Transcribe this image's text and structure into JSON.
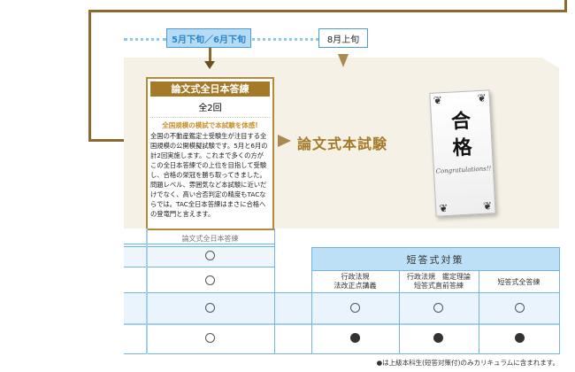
{
  "timeline": {
    "date_1": "5月下旬／6月下旬",
    "date_2": "8月上旬"
  },
  "card": {
    "title": "論文式全日本答練",
    "count": "全2回",
    "subtitle": "全国規模の模試で本試験を体感!",
    "body": "全国の不動産鑑定士受験生が注目する全国規模の公開模擬試験です。5月と6月の計2回実施します。これまで多くの方がこの全日本答練での上位を目指して受験し、合格の栄冠を勝ち取ってきました。問題レベル、雰囲気など本試験に近いだけでなく、高い合否判定の精度もTACならでは。TAC全日本答練はまさに合格への登竜門と言えます。"
  },
  "exam_label": "論文式本試験",
  "certificate": {
    "line1": "合",
    "line2": "格",
    "caption": "Congratulations!!"
  },
  "table": {
    "col_main": "論文式全日本答練",
    "group_header": "短答式対策",
    "sub_headers": [
      [
        "行政法規",
        "法改正点講義"
      ],
      [
        "行政法規　鑑定理論",
        "短答式直前答練"
      ],
      [
        "短答式全答練",
        ""
      ]
    ],
    "main_marks": [
      "○",
      "○",
      "○",
      "○"
    ],
    "row3_marks": [
      "○",
      "○",
      "○"
    ],
    "row4_marks": [
      "●",
      "●",
      "●"
    ],
    "footnote": "●は上級本科生(短答対策付)のみカリキュラムに含まれます。"
  }
}
